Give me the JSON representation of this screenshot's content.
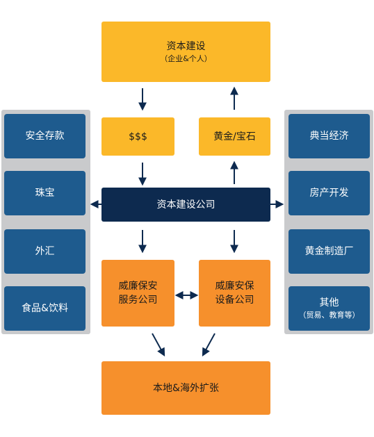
{
  "top": {
    "title": "资本建设",
    "subtitle": "（企业&个人）"
  },
  "money": "$$$",
  "gold_gems": "黄金/宝石",
  "company": "资本建设公司",
  "left_items": [
    "安全存款",
    "珠宝",
    "外汇",
    "食品&饮料"
  ],
  "right_items": [
    {
      "title": "典当经济",
      "subtitle": ""
    },
    {
      "title": "房产开发",
      "subtitle": ""
    },
    {
      "title": "黄金制造厂",
      "subtitle": ""
    },
    {
      "title": "其他",
      "subtitle": "（贸易、教育等）"
    }
  ],
  "security_service": [
    "威廉保安",
    "服务公司"
  ],
  "security_equipment": [
    "威廉安保",
    "设备公司"
  ],
  "expansion": "本地&海外扩张",
  "colors": {
    "yellow": "#FBB829",
    "orange": "#F6902C",
    "navy": "#0D2A4F",
    "blue": "#1E5B8E",
    "panel": "#C9CACC"
  }
}
